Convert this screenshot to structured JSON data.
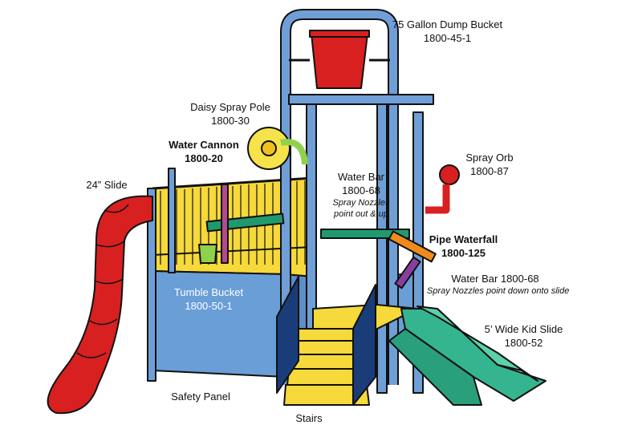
{
  "labels": {
    "dump_bucket": {
      "title": "75 Gallon Dump Bucket",
      "number": "1800-45-1"
    },
    "daisy_spray_pole": {
      "title": "Daisy Spray Pole",
      "number": "1800-30"
    },
    "water_cannon": {
      "title": "Water Cannon",
      "number": "1800-20"
    },
    "slide_24": {
      "title": "24” Slide"
    },
    "water_bar_top": {
      "title": "Water Bar",
      "number": "1800-68",
      "note1": "Spray Nozzles",
      "note2": "point out & up"
    },
    "spray_orb": {
      "title": "Spray Orb",
      "number": "1800-87"
    },
    "pipe_waterfall": {
      "title": "Pipe Waterfall",
      "number": "1800-125"
    },
    "water_bar_lower": {
      "title": "Water Bar 1800-68",
      "note": "Spray Nozzles point down onto slide"
    },
    "tumble_bucket": {
      "title": "Tumble Bucket",
      "number": "1800-50-1"
    },
    "kid_slide": {
      "title": "5’ Wide Kid Slide",
      "number": "1800-52"
    },
    "safety_panel": {
      "title": "Safety Panel"
    },
    "stairs": {
      "title": "Stairs"
    }
  },
  "colors": {
    "frame_blue": "#6f9fd6",
    "panel_blue": "#6a9ed6",
    "deck_yellow": "#f6d93a",
    "slide_red": "#d82020",
    "slide_green": "#34b58f",
    "pipe_green": "#1f9a6e",
    "waterfall_orange": "#f08a1c",
    "water_bar_purple": "#8a3fa0",
    "outline": "#111111"
  }
}
